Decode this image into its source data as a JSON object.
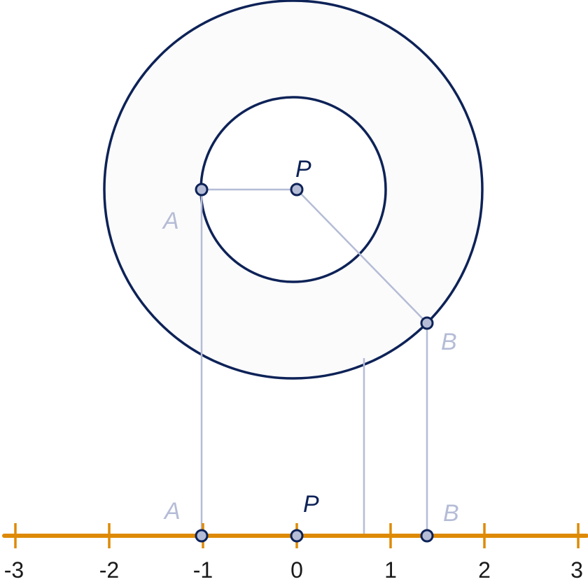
{
  "colors": {
    "circle_stroke": "#0d2257",
    "annulus_fill": "#fbfbfb",
    "construction_line": "#b5bcd6",
    "axis": "#de8a06",
    "point_fill": "#b5bcd6",
    "point_stroke": "#0d2257",
    "label_dark": "#0d2257",
    "label_light": "#b5bcd6"
  },
  "circle_diagram": {
    "center_label": "P",
    "inner_point_label": "A",
    "outer_point_label": "B"
  },
  "number_line": {
    "ticks": [
      -3,
      -2,
      -1,
      0,
      1,
      2,
      3
    ],
    "tick_labels": [
      "-3",
      "-2",
      "-1",
      "0",
      "1",
      "2",
      "3"
    ],
    "points": [
      {
        "label": "A",
        "value": -1
      },
      {
        "label": "P",
        "value": 0
      },
      {
        "label": "B",
        "value": 1.414
      }
    ],
    "marker_value": 0.73
  }
}
